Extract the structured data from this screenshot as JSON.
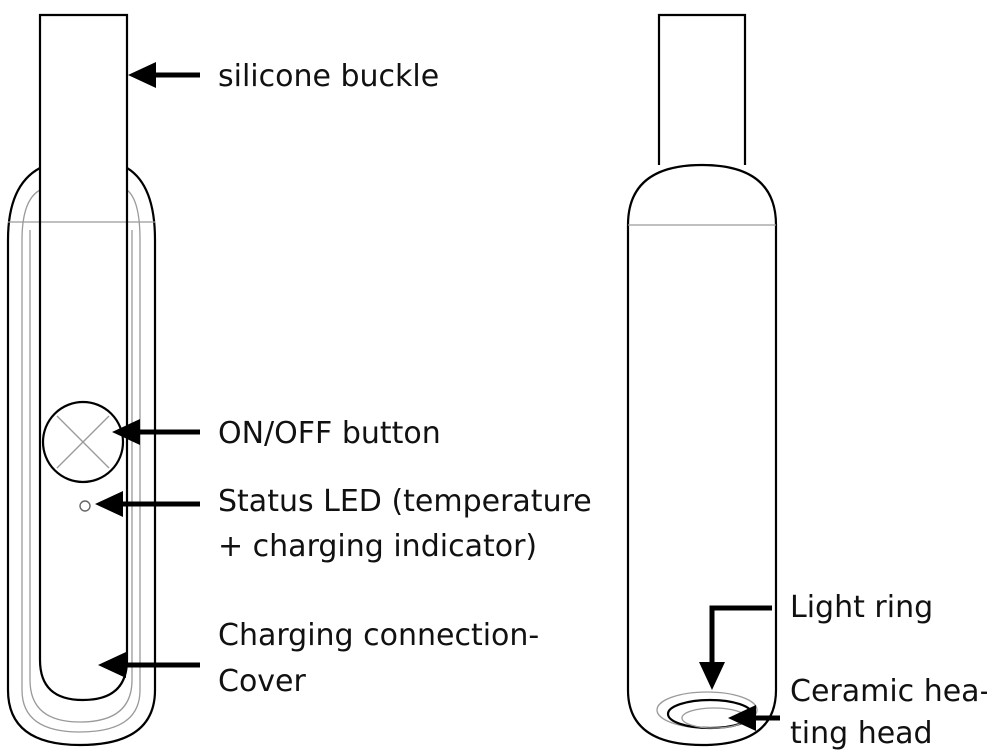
{
  "labels": {
    "silicone_buckle": "silicone buckle",
    "on_off_button": "ON/OFF button",
    "status_led_line1": "Status LED (temperature",
    "status_led_line2": "+ charging indicator)",
    "charging_line1": "Charging connection-",
    "charging_line2": "Cover",
    "light_ring": "Light ring",
    "ceramic_line1": "Ceramic hea-",
    "ceramic_line2": "ting head"
  },
  "colors": {
    "stroke": "#000000",
    "thin_stroke": "#9a9a9a",
    "text": "#111111",
    "background": "#ffffff"
  }
}
